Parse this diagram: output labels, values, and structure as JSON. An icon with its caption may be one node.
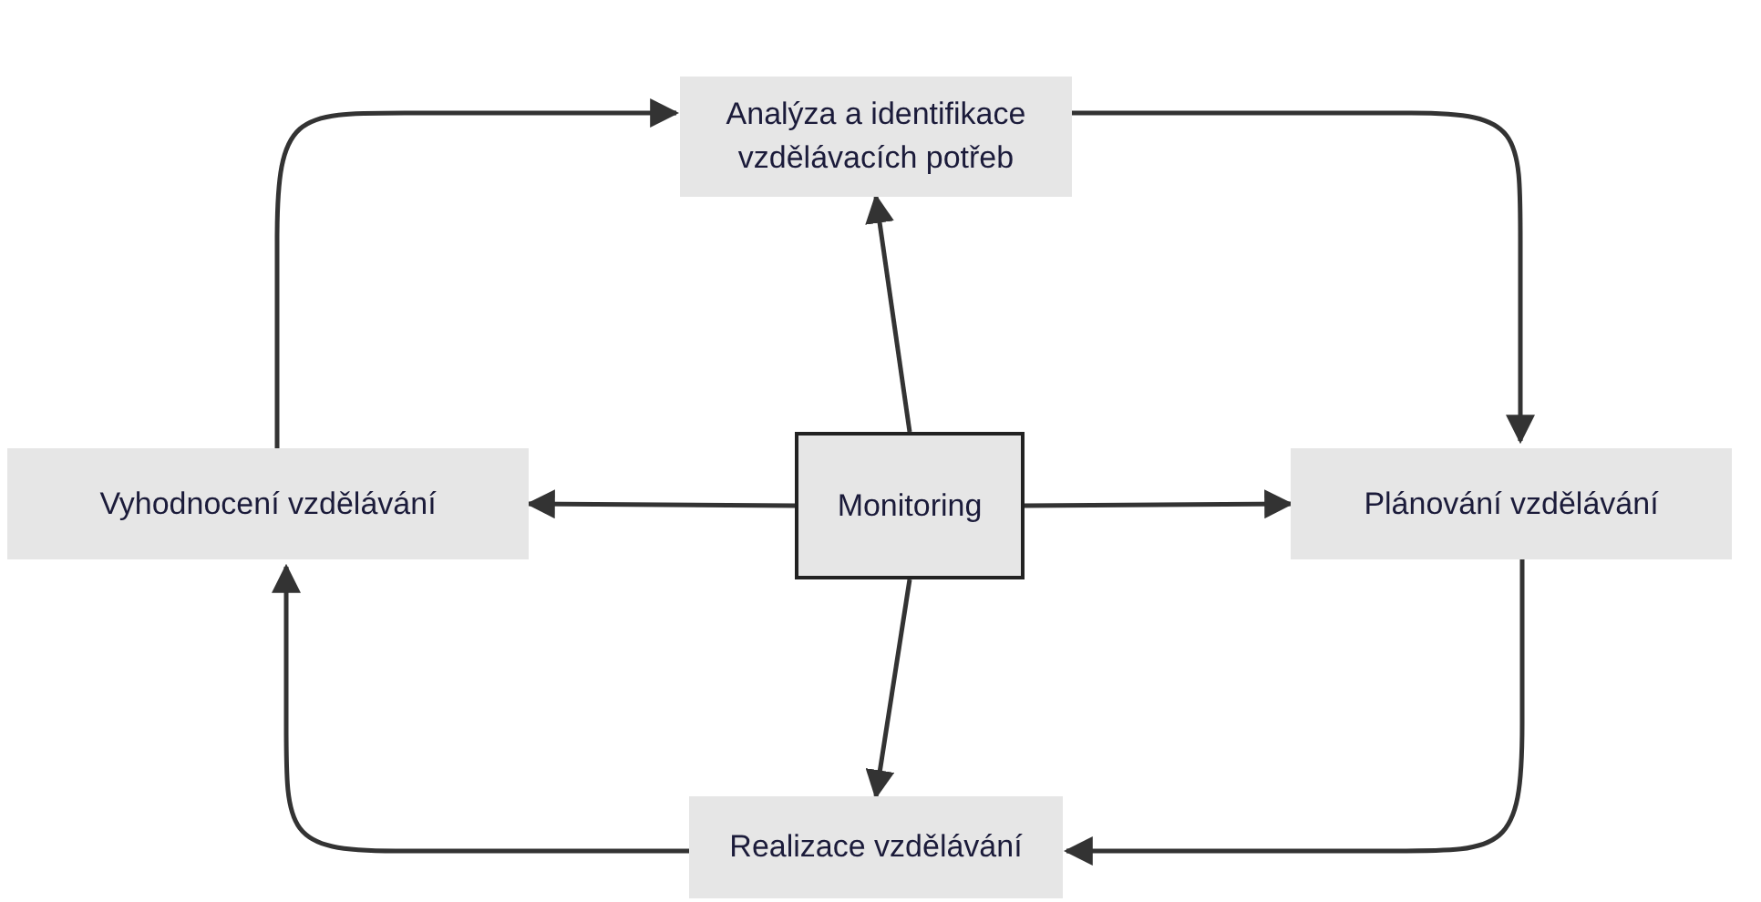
{
  "diagram": {
    "nodes": [
      {
        "text": [
          "Analýza a identifikace vzdělávacích potřeb"
        ]
      },
      {
        "text": [
          "Vyhodnocení vzdělávání"
        ]
      },
      {
        "text": [
          "Monitoring"
        ]
      },
      {
        "text": [
          "Plánování vzdělávání"
        ]
      },
      {
        "text": [
          "Realizace vzdělávání"
        ]
      }
    ],
    "edges": [
      {
        "from": 2,
        "to": 0,
        "arrow": "to"
      },
      {
        "from": 2,
        "to": 1,
        "arrow": "to"
      },
      {
        "from": 2,
        "to": 3,
        "arrow": "to"
      },
      {
        "from": 2,
        "to": 4,
        "arrow": "to"
      },
      {
        "from": 1,
        "to": 0,
        "arrow": "to"
      },
      {
        "from": 0,
        "to": 3,
        "arrow": "to"
      },
      {
        "from": 3,
        "to": 4,
        "arrow": "to"
      },
      {
        "from": 4,
        "to": 1,
        "arrow": "to"
      }
    ]
  }
}
